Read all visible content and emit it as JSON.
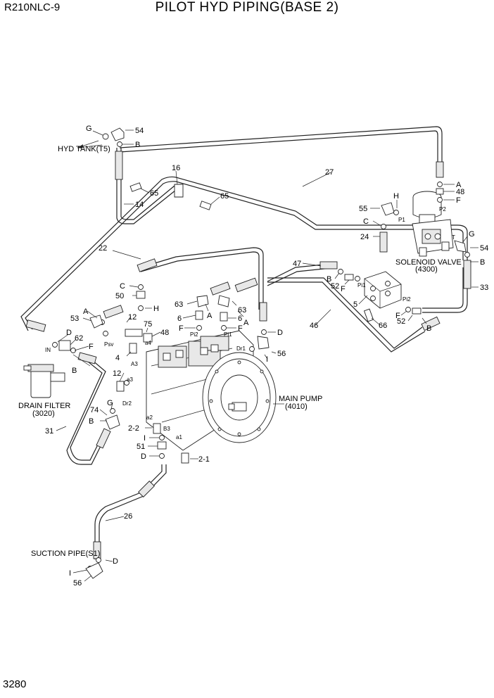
{
  "header": {
    "model": "R210NLC-9",
    "title": "PILOT HYD PIPING(BASE 2)"
  },
  "page_number": "3280",
  "components": {
    "hyd_tank": "HYD TANK(T5)",
    "solenoid_valve": "SOLENOID VALVE",
    "solenoid_valve_code": "(4300)",
    "main_pump": "MAIN PUMP",
    "main_pump_code": "(4010)",
    "drain_filter": "DRAIN FILTER",
    "drain_filter_code": "(3020)",
    "suction_pipe": "SUCTION PIPE(S1)"
  },
  "callouts": {
    "c_g1": "G",
    "c_54a": "54",
    "c_b1": "B",
    "c_16": "16",
    "c_65a": "65",
    "c_14": "14",
    "c_65b": "65",
    "c_27": "27",
    "c_a1": "A",
    "c_48a": "48",
    "c_f1": "F",
    "c_h1": "H",
    "c_55": "55",
    "c_c1": "C",
    "c_24": "24",
    "c_g2": "G",
    "c_54b": "54",
    "c_b2": "B",
    "c_33": "33",
    "c_22": "22",
    "c_47": "47",
    "c_b3": "B",
    "c_52a": "52",
    "c_f2": "F",
    "c_5": "5",
    "c_c2": "C",
    "c_50": "50",
    "c_h2": "H",
    "c_63a": "63",
    "c_63b": "63",
    "c_a2": "A",
    "c_a3": "A",
    "c_6a": "6",
    "c_6b": "6",
    "c_f3": "F",
    "c_f4": "F",
    "c_a4": "A",
    "c_53": "53",
    "c_12a": "12",
    "c_75": "75",
    "c_48b": "48",
    "c_d1": "D",
    "c_56a": "56",
    "c_46": "46",
    "c_f5": "F",
    "c_52b": "52",
    "c_b4": "B",
    "c_66": "66",
    "c_d2": "D",
    "c_62": "62",
    "c_f6": "F",
    "c_b5": "B",
    "c_4": "4",
    "c_i1": "I",
    "c_12b": "12",
    "c_g3": "G",
    "c_74": "74",
    "c_b6": "B",
    "c_22b": "2-2",
    "c_i2": "I",
    "c_51": "51",
    "c_d3": "D",
    "c_21": "2-1",
    "c_31": "31",
    "c_26": "26",
    "c_d4": "D",
    "c_i3": "I",
    "c_56b": "56"
  },
  "ports": {
    "p1": "P1",
    "p2": "P2",
    "t": "T",
    "pi1a": "Pi1",
    "pi2a": "Pi2",
    "pi2b": "Pi2",
    "pi1b": "Pi1",
    "dr1": "Dr1",
    "psv": "Psv",
    "a4": "a4",
    "in": "IN",
    "a3cap": "A3",
    "a3": "a3",
    "dr2": "Dr2",
    "a2": "a2",
    "b3": "B3",
    "a1": "a1"
  }
}
